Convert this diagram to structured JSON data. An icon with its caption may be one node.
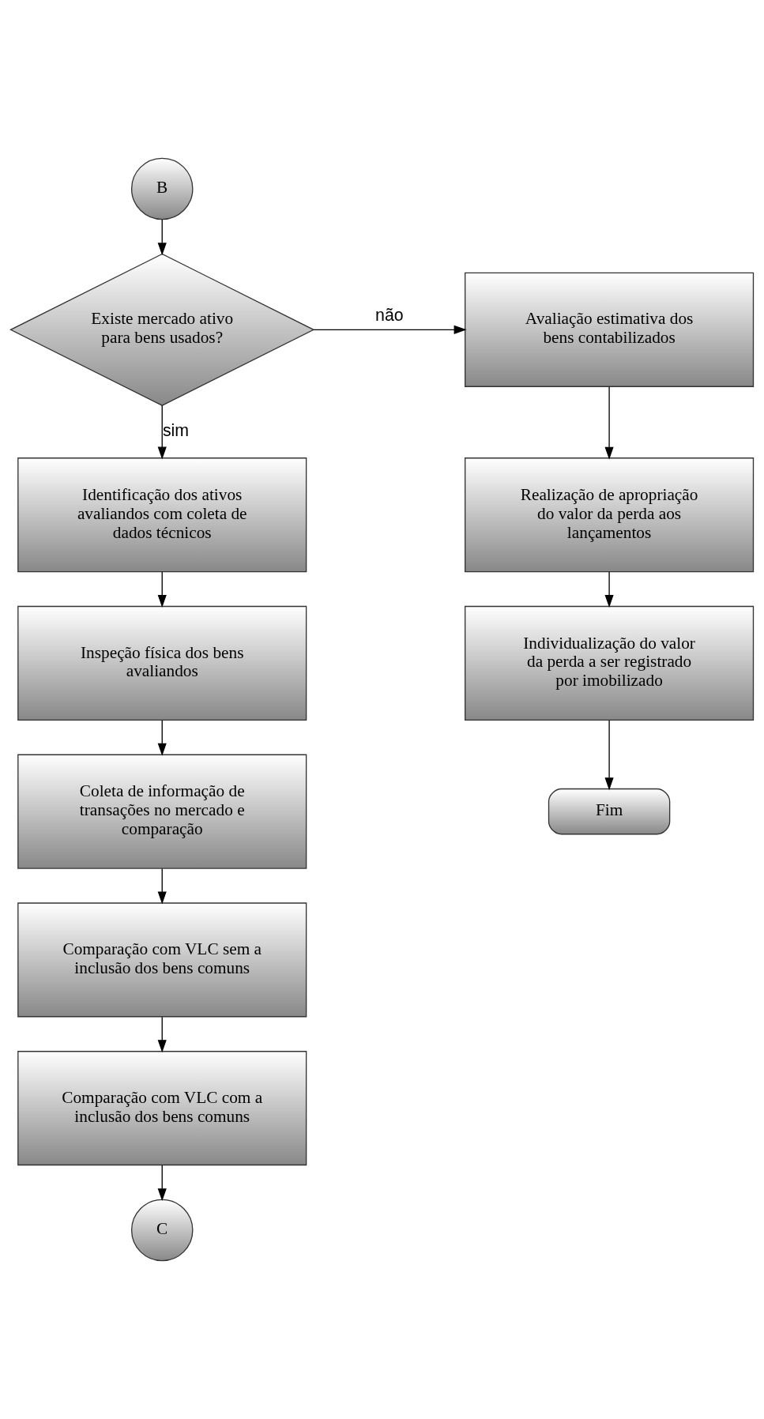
{
  "diagram": {
    "nodes": [
      {
        "text": [
          "B"
        ]
      },
      {
        "text": [
          "Existe mercado ativo para bens usados?"
        ]
      },
      {
        "text": [
          "Identificação dos ativos avaliandos com coleta de dados técnicos"
        ]
      },
      {
        "text": [
          "Inspeção física dos bens avaliandos"
        ]
      },
      {
        "text": [
          "Coleta de informação de transações no mercado e comparação"
        ]
      },
      {
        "text": [
          "Comparação com VLC sem a inclusão dos bens comuns"
        ]
      },
      {
        "text": [
          "Comparação com VLC com a inclusão dos bens comuns"
        ]
      },
      {
        "text": [
          "C"
        ]
      },
      {
        "text": [
          "Avaliação estimativa dos bens contabilizados"
        ]
      },
      {
        "text": [
          "Realização de apropriação do valor da perda aos lançamentos"
        ]
      },
      {
        "text": [
          "Individualização do valor da perda a ser registrado por imobilizado"
        ]
      },
      {
        "text": [
          "Fim"
        ]
      }
    ],
    "edges": [
      {
        "from": 0,
        "to": 1,
        "arrow": "to"
      },
      {
        "from": 1,
        "to": 2,
        "arrow": "to",
        "label": "sim"
      },
      {
        "from": 2,
        "to": 3,
        "arrow": "to"
      },
      {
        "from": 3,
        "to": 4,
        "arrow": "to"
      },
      {
        "from": 4,
        "to": 5,
        "arrow": "to"
      },
      {
        "from": 5,
        "to": 6,
        "arrow": "to"
      },
      {
        "from": 6,
        "to": 7,
        "arrow": "to"
      },
      {
        "from": 1,
        "to": 8,
        "arrow": "to",
        "label": "não"
      },
      {
        "from": 8,
        "to": 9,
        "arrow": "to"
      },
      {
        "from": 9,
        "to": 10,
        "arrow": "to"
      },
      {
        "from": 10,
        "to": 11,
        "arrow": "to"
      }
    ]
  }
}
